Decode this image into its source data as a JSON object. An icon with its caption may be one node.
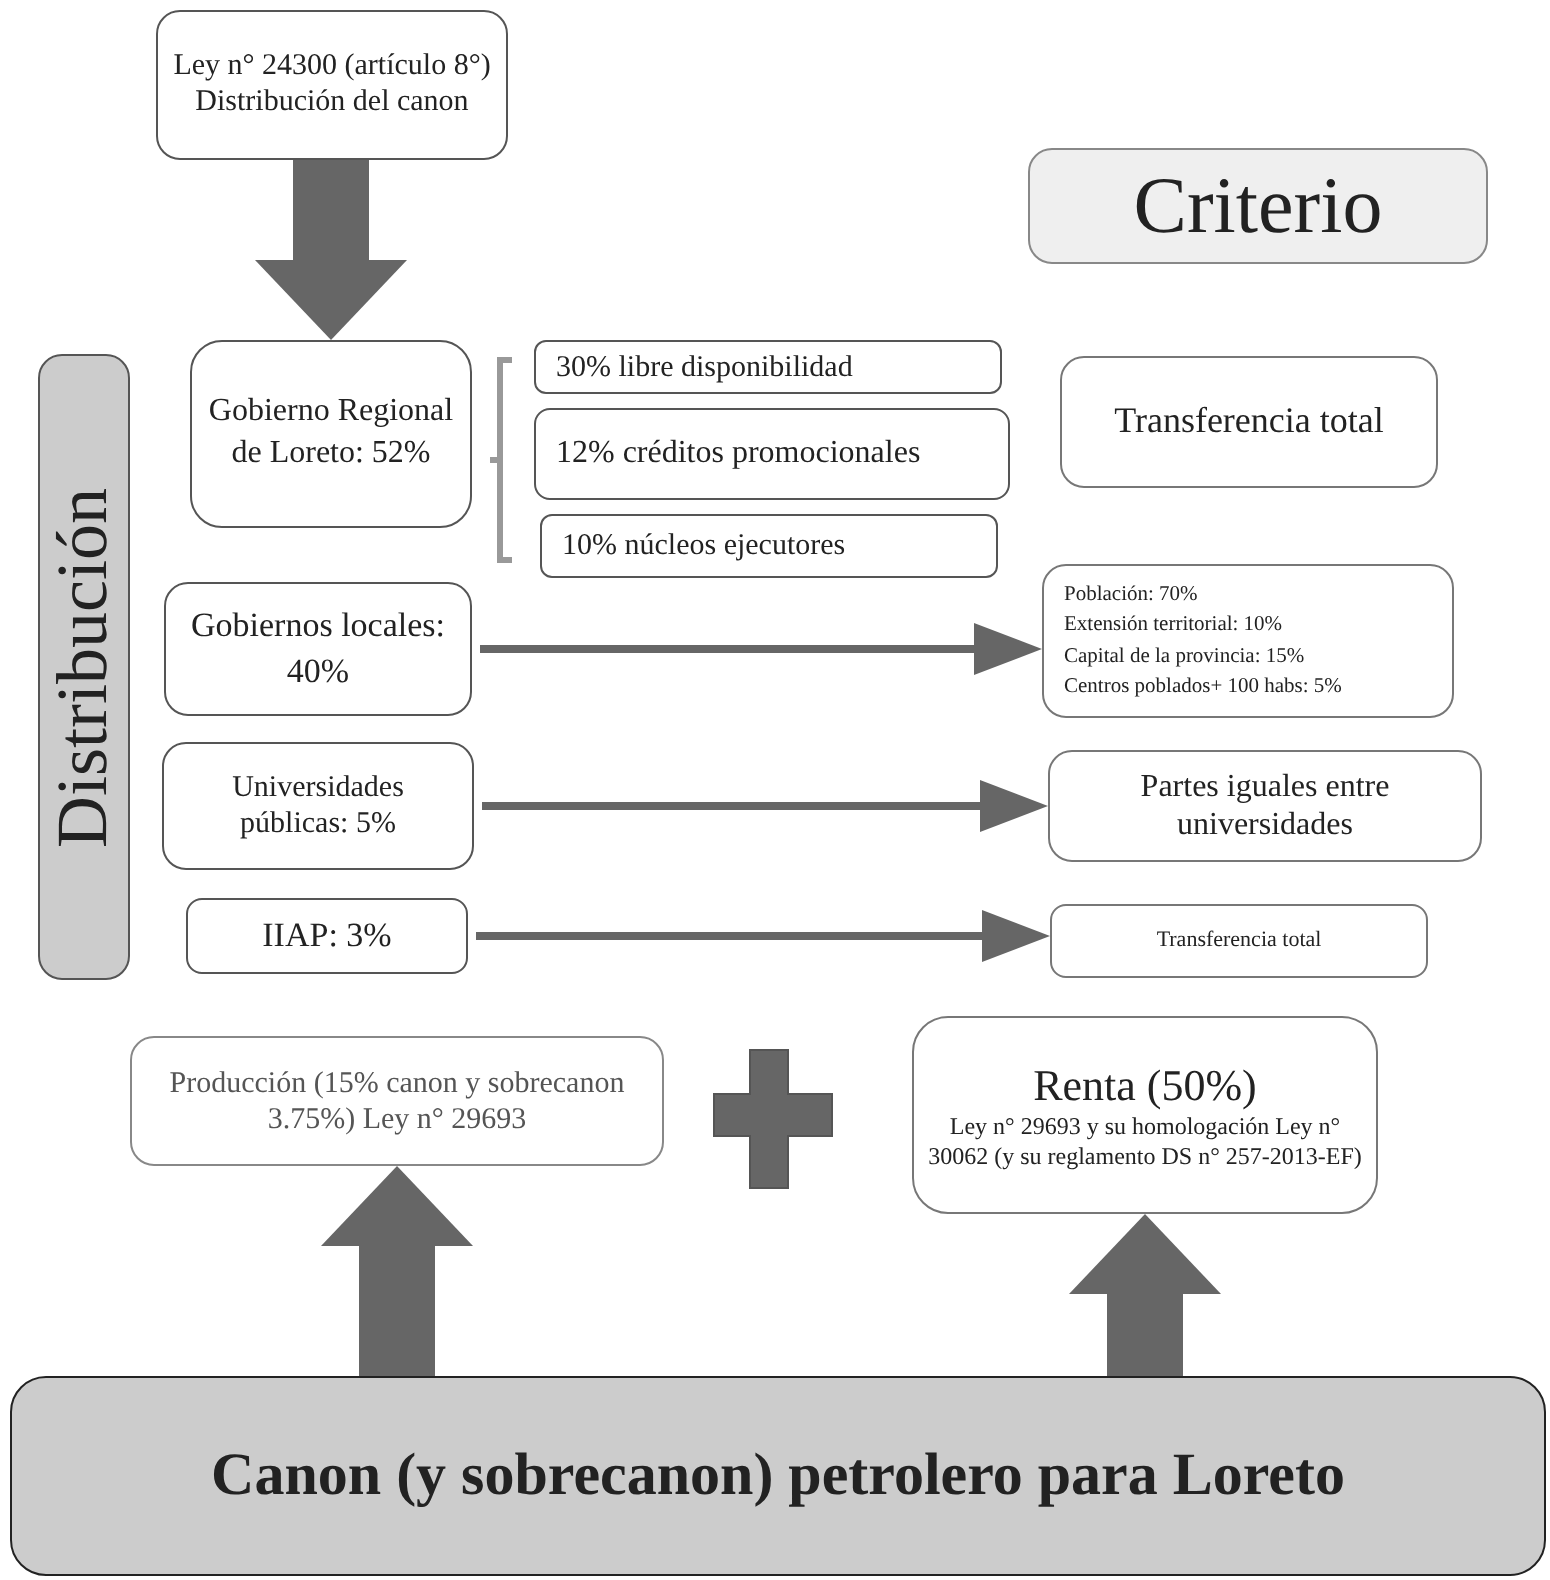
{
  "diagram": {
    "nodes": [
      {
        "text": [
          "Ley n° 24300 (artículo 8°) Distribución del canon"
        ]
      },
      {
        "text": [
          "Criterio"
        ]
      },
      {
        "text": [
          "Distribución"
        ]
      },
      {
        "text": [
          "Gobierno Regional de Loreto: 52%"
        ]
      },
      {
        "text": [
          "30% libre disponibilidad"
        ]
      },
      {
        "text": [
          "12% créditos promocionales"
        ]
      },
      {
        "text": [
          "10% núcleos ejecutores"
        ]
      },
      {
        "text": [
          "Transferencia total"
        ]
      },
      {
        "text": [
          "Gobiernos locales: 40%"
        ]
      },
      {
        "text": [
          "Población: 70%",
          "Extensión territorial: 10%",
          "Capital de la provincia: 15%",
          "Centros poblados+ 100 habs: 5%"
        ]
      },
      {
        "text": [
          "Universidades públicas: 5%"
        ]
      },
      {
        "text": [
          "Partes iguales entre universidades"
        ]
      },
      {
        "text": [
          "IIAP: 3%"
        ]
      },
      {
        "text": [
          "Transferencia total"
        ]
      },
      {
        "text": [
          "Producción (15% canon y sobrecanon 3.75%) Ley n° 29693"
        ]
      },
      {
        "text": [
          "Renta (50%)",
          "Ley n° 29693 y su homologación Ley n° 30062 (y su reglamento DS n° 257-2013-EF)"
        ]
      },
      {
        "text": [
          "Canon (y sobrecanon) petrolero para Loreto"
        ]
      }
    ],
    "edges": [
      {
        "from": 0,
        "to": 3,
        "arrow": "to",
        "style": "thick"
      },
      {
        "from": 8,
        "to": 9,
        "arrow": "to"
      },
      {
        "from": 10,
        "to": 11,
        "arrow": "to"
      },
      {
        "from": 12,
        "to": 13,
        "arrow": "to"
      },
      {
        "from": 16,
        "to": 14,
        "arrow": "to",
        "style": "thick"
      },
      {
        "from": 16,
        "to": 15,
        "arrow": "to",
        "style": "thick"
      }
    ]
  }
}
